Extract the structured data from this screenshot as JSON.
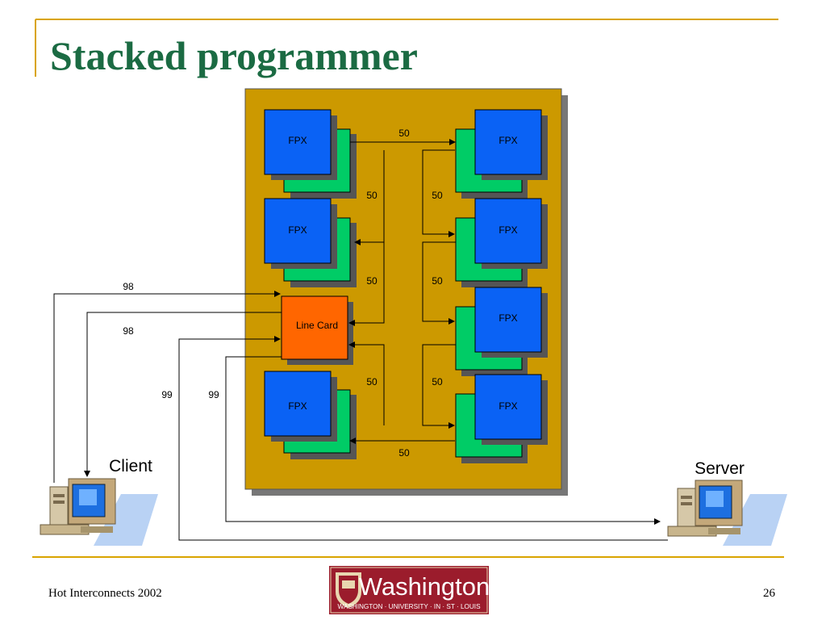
{
  "slide": {
    "title": "Stacked programmer",
    "footer_text": "Hot Interconnects 2002",
    "page_number": "26"
  },
  "logo": {
    "wordmark": "Washington",
    "subtitle": "WASHINGTON · UNIVERSITY · IN · ST · LOUIS"
  },
  "diagram": {
    "fpx_label": "FPX",
    "line_card_label": "Line Card",
    "client_label": "Client",
    "server_label": "Server",
    "link_labels": {
      "top": "50",
      "left_1": "50",
      "right_1": "50",
      "left_2": "50",
      "right_2": "50",
      "left_3": "50",
      "right_3": "50",
      "bottom": "50",
      "client_in": "98",
      "client_out": "98",
      "server_in": "99",
      "server_out": "99"
    }
  },
  "colors": {
    "title": "#1b6b43",
    "accent_line": "#d9a400",
    "board": "#cc9900",
    "fpx_front": "#0a62f5",
    "fpx_back": "#00cc66",
    "line_card": "#ff6600",
    "logo_bg": "#9b1c2c"
  }
}
